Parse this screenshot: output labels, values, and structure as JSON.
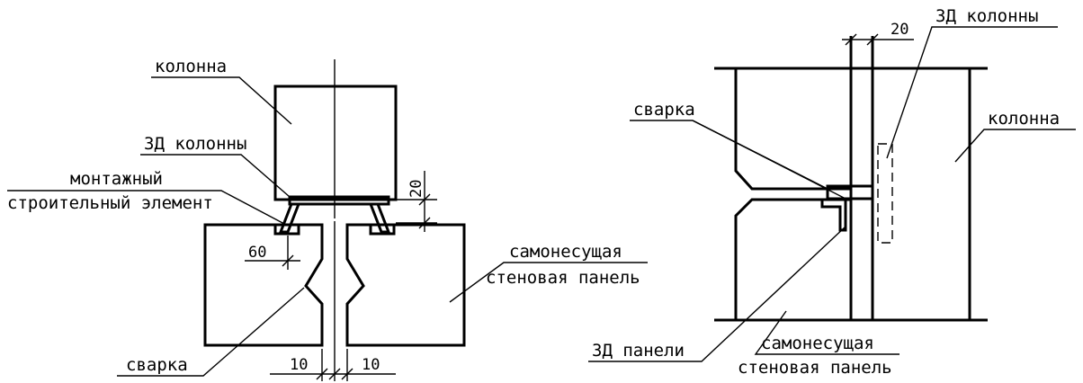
{
  "left_view": {
    "labels": {
      "column": "колонна",
      "column_embedded": "3Д колонны",
      "mount_element_line1": "монтажный",
      "mount_element_line2": "строительный элемент",
      "wall_panel_line1": "самонесущая",
      "wall_panel_line2": "стеновая панель",
      "welding": "сварка"
    },
    "dimensions": {
      "gap_height": "20",
      "plate_offset": "60",
      "gap_left": "10",
      "gap_right": "10"
    }
  },
  "right_view": {
    "labels": {
      "column_embedded": "3Д колонны",
      "welding": "сварка",
      "column": "колонна",
      "panel_embedded": "3Д панели",
      "wall_panel_line1": "самонесущая",
      "wall_panel_line2": "стеновая панель"
    },
    "dimensions": {
      "gap_width": "20"
    }
  }
}
